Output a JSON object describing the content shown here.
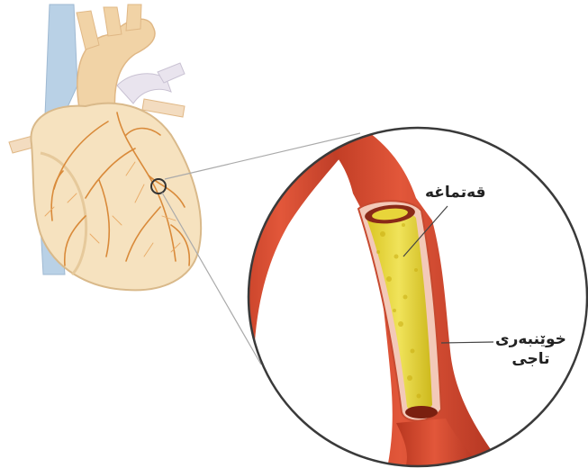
{
  "labels": {
    "plaque": "قەتماغە",
    "artery_line1": "خوێنبەری",
    "artery_line2": "تاجی"
  },
  "colors": {
    "artery_red": "#d9442a",
    "artery_dark": "#a8321f",
    "plaque_yellow": "#e8d83a",
    "heart_beige": "#f6e2bf",
    "vessel_blue": "#b9d1e6"
  }
}
